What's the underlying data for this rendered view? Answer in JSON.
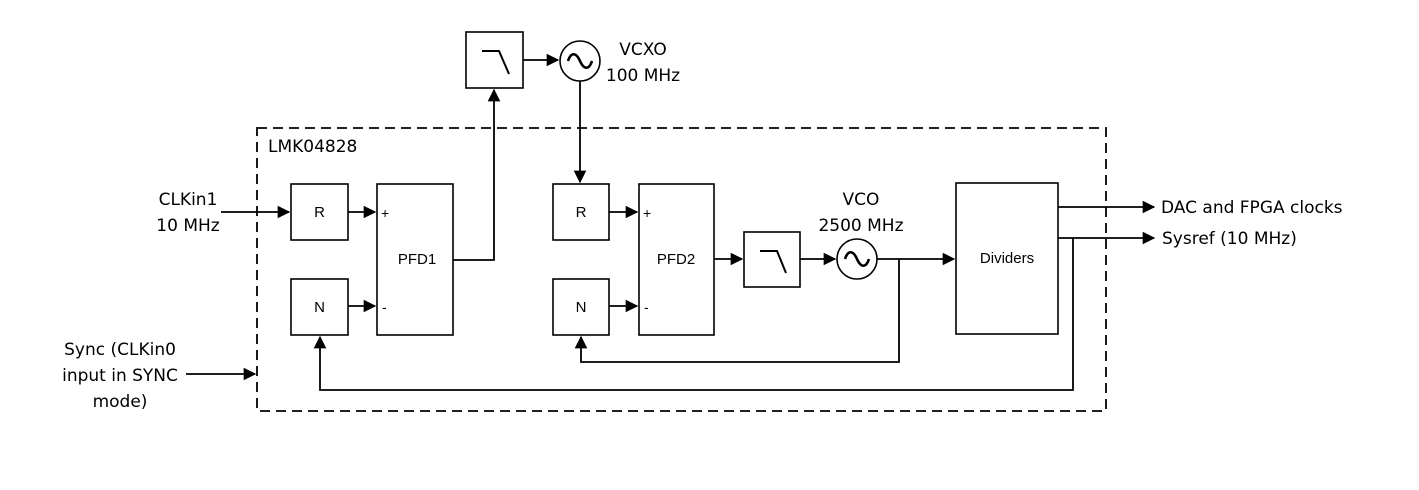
{
  "diagram": {
    "chip_label": "LMK04828",
    "blocks": {
      "r1": "R",
      "n1": "N",
      "pfd1": "PFD1",
      "r2": "R",
      "n2": "N",
      "pfd2": "PFD2",
      "dividers": "Dividers"
    },
    "signs": {
      "pfd1_plus": "+",
      "pfd1_minus": "-",
      "pfd2_plus": "+",
      "pfd2_minus": "-"
    },
    "vcxo": {
      "line1": "VCXO",
      "line2": "100 MHz"
    },
    "vco": {
      "line1": "VCO",
      "line2": "2500 MHz"
    },
    "inputs": {
      "clkin1_line1": "CLKin1",
      "clkin1_line2": "10 MHz",
      "sync_line1": "Sync (CLKin0",
      "sync_line2": "input in SYNC",
      "sync_line3": "mode)"
    },
    "outputs": {
      "dac_fpga": "DAC and FPGA clocks",
      "sysref": "Sysref (10 MHz)"
    }
  }
}
